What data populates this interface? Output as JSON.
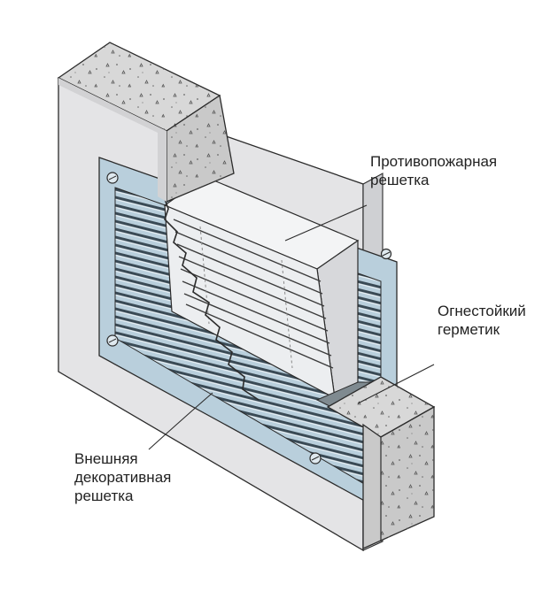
{
  "labels": {
    "fire_grille": [
      "Противопожарная",
      "решетка"
    ],
    "sealant": [
      "Огнестойкий",
      "герметик"
    ],
    "decorative_grille": [
      "Внешняя",
      "декоративная",
      "решетка"
    ]
  },
  "colors": {
    "wall_face": "#e4e4e6",
    "wall_side": "#cfd0d3",
    "concrete_top": "#d8d8d8",
    "concrete_front": "#c9c9c9",
    "decorative_grille": "#b9cfdc",
    "fire_grille_face": "#ecedef",
    "fire_grille_side": "#d7d8db",
    "outline": "#2b2b2b"
  }
}
